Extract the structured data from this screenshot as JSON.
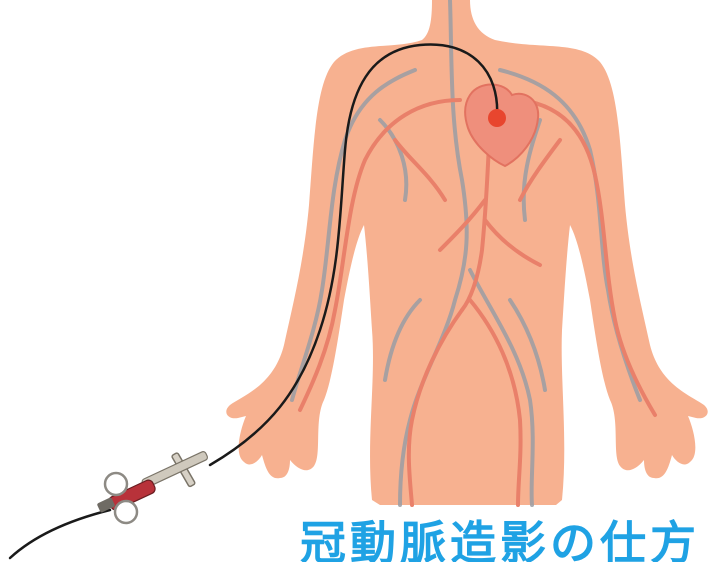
{
  "caption": {
    "text": "冠動脈造影の仕方",
    "color": "#1fa2e4"
  },
  "colors": {
    "skin": "#f7b190",
    "artery": "#e9806a",
    "vein": "#9b9ea4",
    "heart": "#ef8f7c",
    "catheter_tip": "#e8462e",
    "catheter_line": "#1a1a1a"
  },
  "icons": {
    "body": "human-body",
    "heart": "heart",
    "catheter": "catheter-device"
  }
}
